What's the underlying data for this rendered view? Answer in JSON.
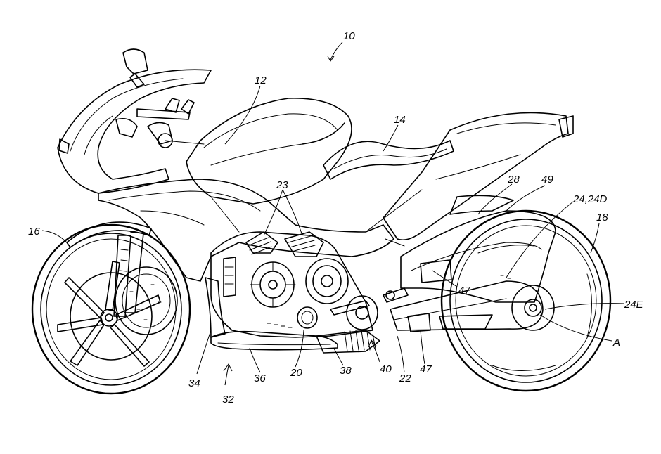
{
  "figure": {
    "labels": {
      "ref_10": "10",
      "ref_12": "12",
      "ref_14": "14",
      "ref_16": "16",
      "ref_18": "18",
      "ref_20": "20",
      "ref_22": "22",
      "ref_23": "23",
      "ref_24_24d": "24,24D",
      "ref_24e": "24E",
      "ref_28": "28",
      "ref_32": "32",
      "ref_34": "34",
      "ref_36": "36",
      "ref_38": "38",
      "ref_40": "40",
      "ref_47_upper": "47",
      "ref_47_lower": "47",
      "ref_49": "49",
      "ref_a": "A"
    }
  }
}
